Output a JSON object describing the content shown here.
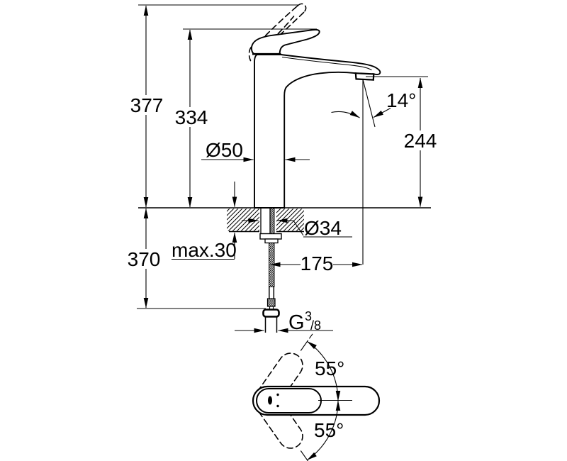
{
  "labels": {
    "overall_height": "377",
    "body_height": "334",
    "body_diameter": "Ø50",
    "stream_angle": "14°",
    "outlet_height": "244",
    "hole_diameter": "Ø34",
    "max_counter_thickness": "max.30",
    "below_deck_length": "370",
    "projection": "175",
    "thread_g": "G",
    "thread_num": "3",
    "thread_den": "/8",
    "swivel_upper": "55°",
    "swivel_lower": "55°"
  },
  "colors": {
    "ink": "#000000",
    "paper": "#ffffff"
  }
}
